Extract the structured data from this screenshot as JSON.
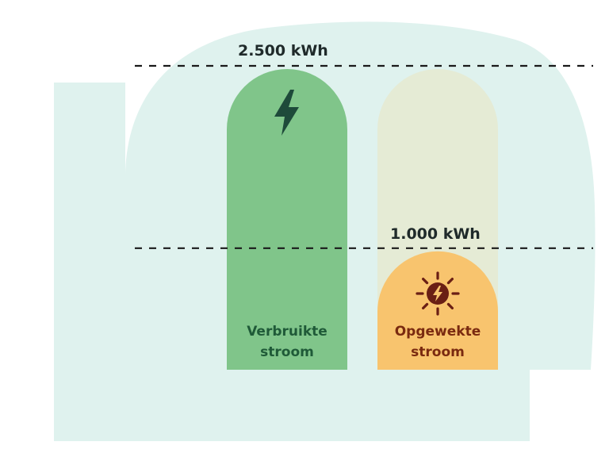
{
  "colors": {
    "backdrop": "#dff2ee",
    "consumed_bar": "#80c58a",
    "generated_bar": "#f8c46e",
    "generated_ghost": "#e6ead2",
    "consumed_text": "#1f5a38",
    "generated_text": "#7a2a10",
    "consumed_icon": "#1e4a3a",
    "generated_icon": "#6a1f14",
    "line": "#1a1a1a"
  },
  "icons": {
    "consumed": "lightning-bolt-icon",
    "generated": "sun-with-bolt-icon"
  },
  "chart_data": {
    "type": "bar",
    "categories": [
      "Verbruikte stroom",
      "Opgewekte stroom"
    ],
    "category_lines": [
      [
        "Verbruikte",
        "stroom"
      ],
      [
        "Opgewekte",
        "stroom"
      ]
    ],
    "values": [
      2500,
      1000
    ],
    "unit": "kWh",
    "reference_lines": [
      {
        "value": 2500,
        "label": "2.500 kWh"
      },
      {
        "value": 1000,
        "label": "1.000 kWh"
      }
    ],
    "ylim": [
      0,
      2500
    ],
    "title": "",
    "xlabel": "",
    "ylabel": "",
    "grid": false
  }
}
